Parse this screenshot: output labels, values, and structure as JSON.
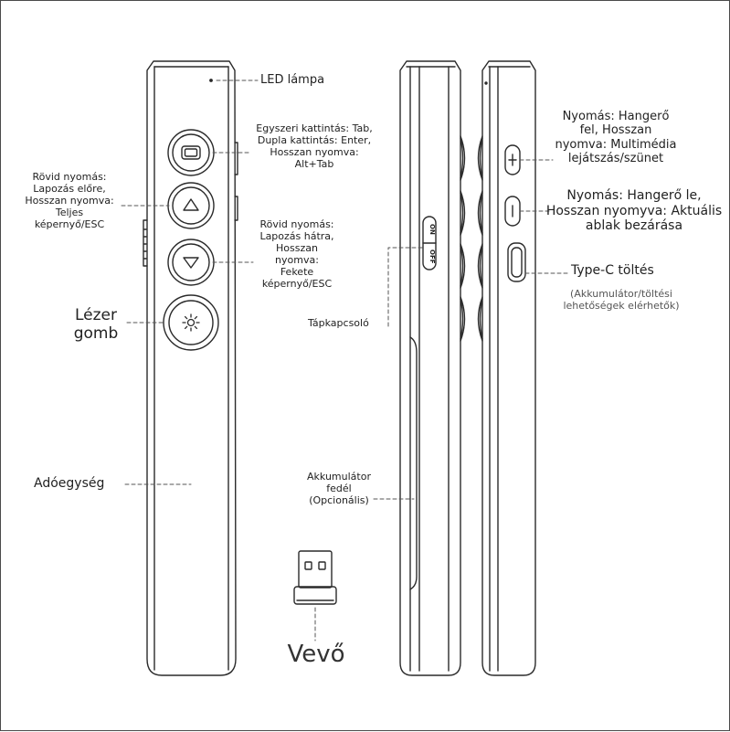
{
  "labels": {
    "led": "LED lámpa",
    "button1": [
      "Egyszeri kattintás: Tab,",
      "Dupla kattintás: Enter,",
      "Hosszan nyomva:",
      "Alt+Tab"
    ],
    "button2": [
      "Rövid nyomás:",
      "Lapozás előre,",
      "Hosszan nyomva:",
      "Teljes",
      "képernyő/ESC"
    ],
    "button3": [
      "Rövid nyomás:",
      "Lapozás hátra,",
      "Hosszan",
      "nyomva:",
      "Fekete",
      "képernyő/ESC"
    ],
    "laser": [
      "Lézer",
      "gomb"
    ],
    "transmitter": "Adóegység",
    "power_switch": "Tápkapcsoló",
    "battery_cover": [
      "Akkumulátor",
      "fedél",
      "(Opcionális)"
    ],
    "receiver": "Vevő",
    "volume_up": [
      "Nyomás: Hangerő",
      "fel, Hosszan",
      "nyomva: Multimédia",
      "lejátszás/szünet"
    ],
    "volume_down": [
      "Nyomás: Hangerő le,",
      "Hosszan nyomyva: Aktuális",
      "ablak bezárása"
    ],
    "typec": "Type-C töltés",
    "typec_note": [
      "(Akkumulátor/töltési",
      "lehetőségek elérhetők)"
    ],
    "switch_on": "ON",
    "switch_off": "OFF"
  },
  "colors": {
    "outline": "#2a2a2a",
    "leader": "#555555",
    "text": "#222222"
  },
  "icons": [
    "square-icon",
    "triangle-up-icon",
    "triangle-down-icon",
    "sun-icon",
    "plus-icon",
    "minus-icon"
  ]
}
